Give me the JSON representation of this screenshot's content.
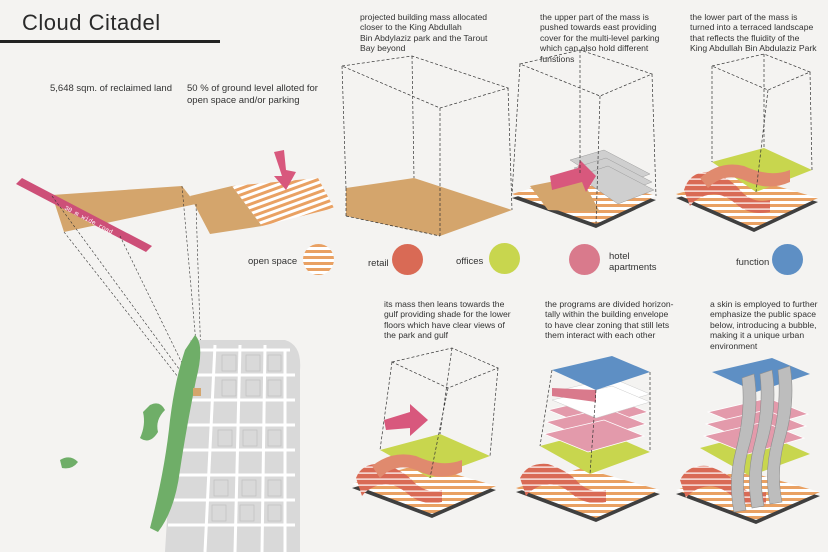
{
  "title": "Cloud Citadel",
  "labels": {
    "reclaimed": "5,648 sqm. of reclaimed land",
    "ground_level_1": "50 % of ground level alloted for",
    "ground_level_2": "open space and/or parking",
    "road": "30 m wide road"
  },
  "steps": [
    {
      "lines": [
        "projected building mass allocated",
        "closer to the King Abdullah",
        "Bin Abdylaziz park and the Tarout",
        "Bay beyond"
      ]
    },
    {
      "lines": [
        "the upper part of the mass is",
        "pushed towards east providing",
        "cover for the multi-level parking",
        "which can also hold different",
        "funstions"
      ]
    },
    {
      "lines": [
        "the lower part of the mass is",
        "turned into a terraced landscape",
        "that reflects the fluidity of the",
        "King Abdullah Bin Abdulaziz Park"
      ]
    },
    {
      "lines": [
        "its mass then leans towards the",
        "gulf providing shade for the lower",
        "floors which have clear views of",
        "the park and gulf"
      ]
    },
    {
      "lines": [
        "the programs are divided horizon-",
        "tally within the building envelope",
        "to have clear zoning that still lets",
        "them interact with each other"
      ]
    },
    {
      "lines": [
        "a skin is employed to further",
        "emphasize the public space",
        "below, introducing a bubble,",
        "making it a unique urban",
        "environment"
      ]
    }
  ],
  "legend": [
    {
      "label": "open space",
      "color": "#e9a163"
    },
    {
      "label": "retail",
      "color": "#d96a55"
    },
    {
      "label": "offices",
      "color": "#c8d64e"
    },
    {
      "label_1": "hotel",
      "label_2": "apartments",
      "color": "#d97a8c"
    },
    {
      "label": "function",
      "color": "#5e8fc4"
    }
  ],
  "colors": {
    "land": "#d4a56c",
    "open_space": "#e9a163",
    "road": "#cd4f78",
    "arrow": "#d8587d",
    "park": "#6fae68",
    "grid": "#d9d9d9"
  }
}
